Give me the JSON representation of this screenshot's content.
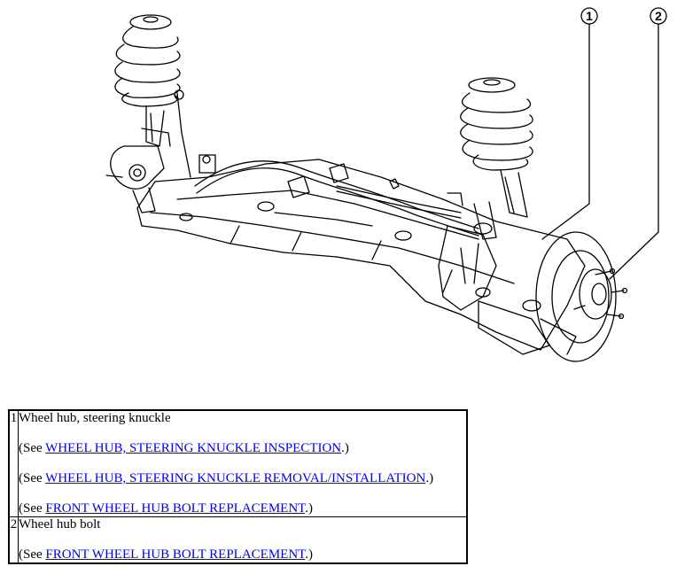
{
  "callouts": [
    "1",
    "2"
  ],
  "items": [
    {
      "number": "1",
      "title": "Wheel hub, steering knuckle",
      "refs": [
        {
          "prefix": "(See ",
          "link": "WHEEL HUB, STEERING KNUCKLE INSPECTION",
          "suffix": ".)"
        },
        {
          "prefix": "(See ",
          "link": "WHEEL HUB, STEERING KNUCKLE REMOVAL/INSTALLATION",
          "suffix": ".)"
        },
        {
          "prefix": "(See ",
          "link": "FRONT WHEEL HUB BOLT REPLACEMENT",
          "suffix": ".)"
        }
      ]
    },
    {
      "number": "2",
      "title": "Wheel hub bolt",
      "refs": [
        {
          "prefix": "(See ",
          "link": "FRONT WHEEL HUB BOLT REPLACEMENT",
          "suffix": ".)"
        }
      ]
    }
  ]
}
